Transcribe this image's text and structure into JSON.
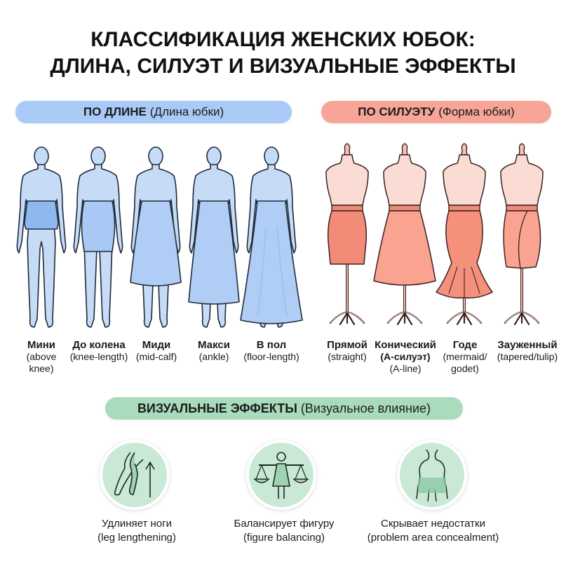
{
  "title": {
    "line1": "КЛАССИФИКАЦИЯ ЖЕНСКИХ ЮБОК:",
    "line2": "ДЛИНА, СИЛУЭТ И ВИЗУАЛЬНЫЕ ЭФФЕКТЫ"
  },
  "colors": {
    "length_accent": "#a9c9f7",
    "silhouette_accent": "#f7a596",
    "effects_accent": "#a9dcbc",
    "figure_fill": "#c5dbf6",
    "skirt_blue": "#8fb8f0",
    "skirt_coral": "#f28c78",
    "mannequin_body": "#fbdcd4"
  },
  "sections": {
    "length": {
      "title_bold": "ПО ДЛИНЕ",
      "title_note": "(Длина юбки)",
      "items": [
        {
          "name": "Мини",
          "sub1": "(above",
          "sub2": "knee)",
          "icon": "figure-mini-skirt-icon"
        },
        {
          "name": "До колена",
          "sub1": "(knee-length)",
          "sub2": "",
          "icon": "figure-knee-skirt-icon"
        },
        {
          "name": "Миди",
          "sub1": "(mid-calf)",
          "sub2": "",
          "icon": "figure-midi-skirt-icon"
        },
        {
          "name": "Макси",
          "sub1": "(ankle)",
          "sub2": "",
          "icon": "figure-maxi-skirt-icon"
        },
        {
          "name": "В пол",
          "sub1": "(floor-length)",
          "sub2": "",
          "icon": "figure-floor-skirt-icon"
        }
      ]
    },
    "silhouette": {
      "title_bold": "ПО СИЛУЭТУ",
      "title_note": "(Форма юбки)",
      "items": [
        {
          "name": "Прямой",
          "sub1": "(straight)",
          "sub2": "",
          "icon": "mannequin-straight-skirt-icon"
        },
        {
          "name": "Конический",
          "sub1": "(А-силуэт)",
          "sub2": "(A-line)",
          "icon": "mannequin-a-line-skirt-icon"
        },
        {
          "name": "Годе",
          "sub1": "(mermaid/",
          "sub2": "godet)",
          "icon": "mannequin-mermaid-skirt-icon"
        },
        {
          "name": "Зауженный",
          "sub1": "(tapered/tulip)",
          "sub2": "",
          "icon": "mannequin-tulip-skirt-icon"
        }
      ]
    },
    "effects": {
      "title_bold": "ВИЗУАЛЬНЫЕ ЭФФЕКТЫ",
      "title_note": "(Визуальное влияние)",
      "items": [
        {
          "name": "Удлиняет ноги",
          "sub": "(leg lengthening)",
          "icon": "legs-arrow-up-icon"
        },
        {
          "name": "Балансирует фигуру",
          "sub": "(figure balancing)",
          "icon": "figure-scales-icon"
        },
        {
          "name": "Скрывает недостатки",
          "sub": "(problem area concealment)",
          "icon": "body-concealment-icon"
        }
      ]
    }
  }
}
